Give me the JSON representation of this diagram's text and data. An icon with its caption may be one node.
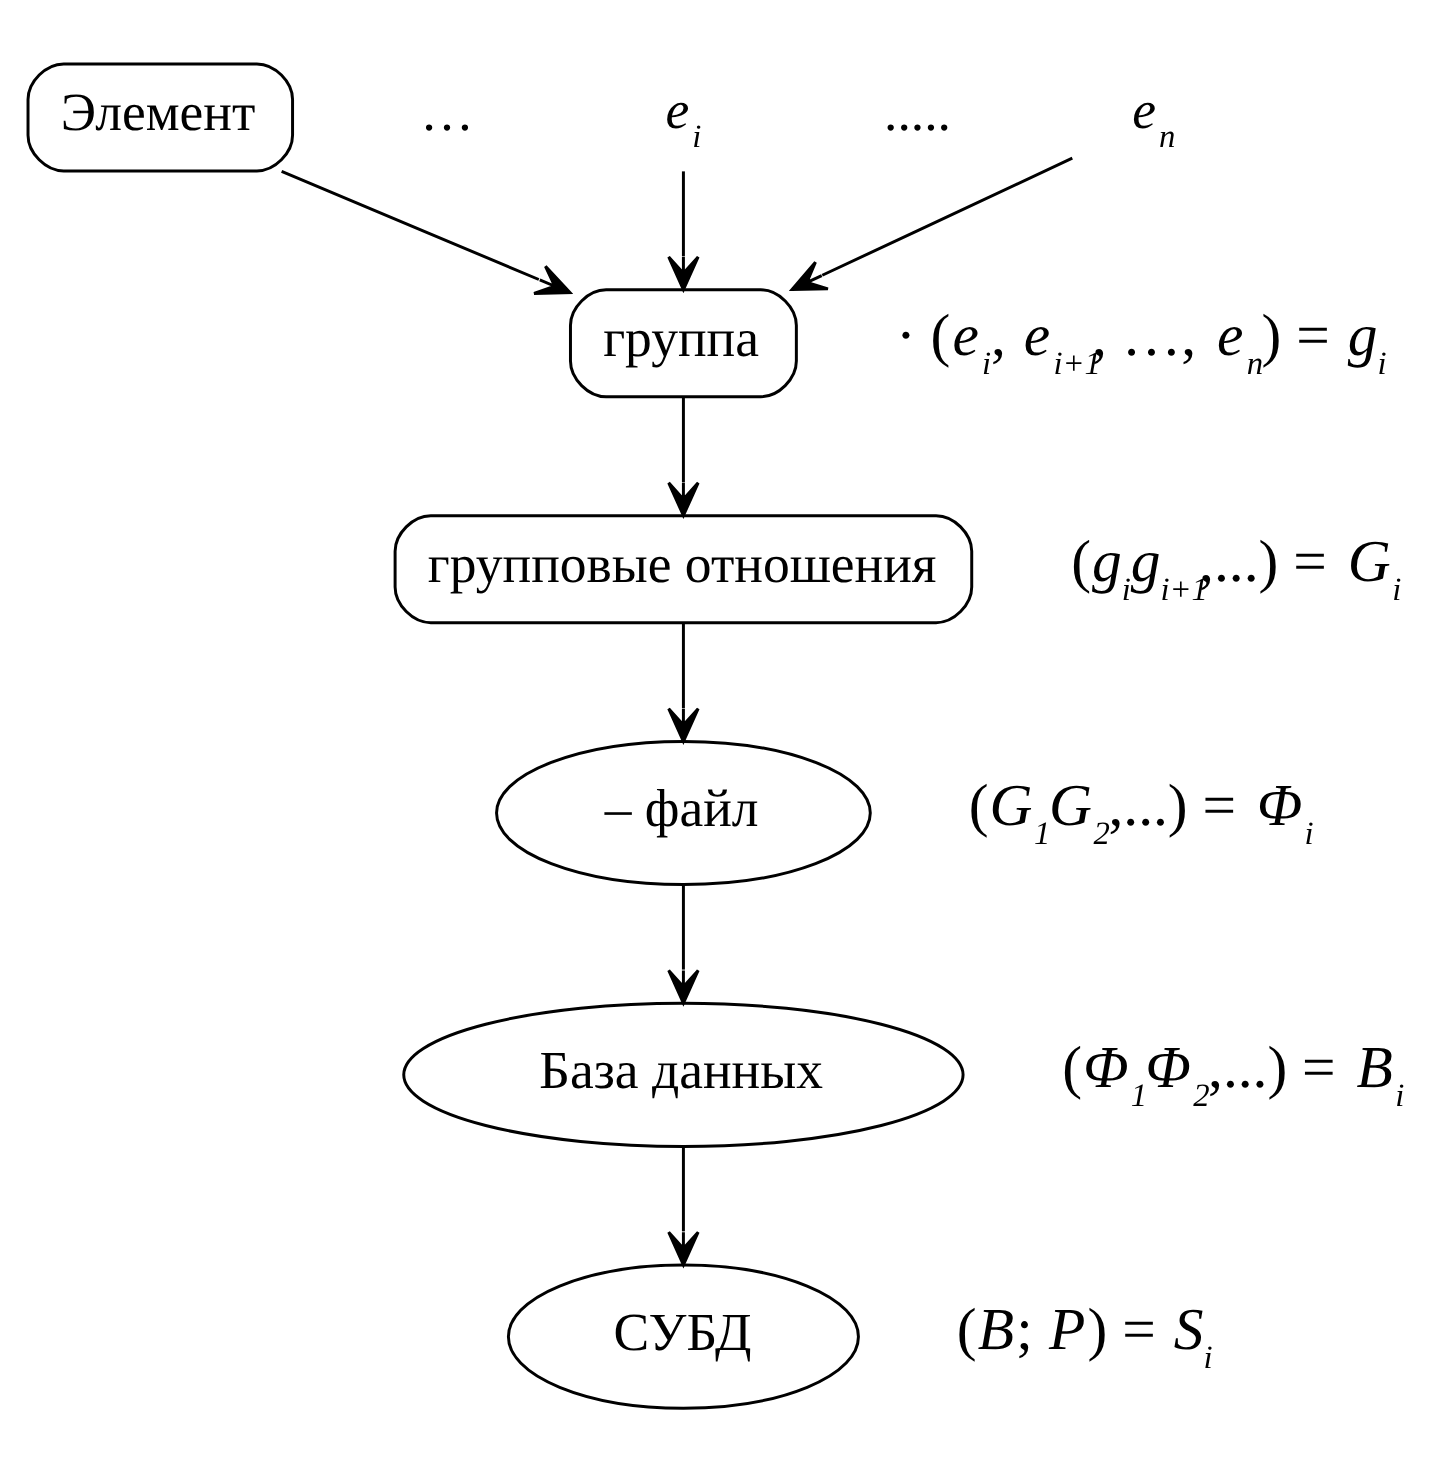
{
  "diagram": {
    "nodes": [
      {
        "text": [
          "Элемент"
        ]
      },
      {
        "text": [
          "*e*$_{i}$"
        ]
      },
      {
        "text": [
          "*e*$_{n}$"
        ]
      },
      {
        "text": [
          "группа"
        ],
        "beside": [
          "· (*e*$_{i}$, *e*$_{i+1}$, …, *e*$_{n}$) = *g*$_{i}$"
        ]
      },
      {
        "text": [
          "групповые отношения"
        ],
        "beside": [
          "(*g*$_{i}$*g*$_{i+1}$,...) = *G*$_{i}$"
        ]
      },
      {
        "text": [
          "– файл"
        ],
        "beside": [
          "(*G*$_{1}$*G*$_{2}$,...) = *Φ*$_{i}$"
        ]
      },
      {
        "text": [
          "База данных"
        ],
        "beside": [
          "(*Φ*$_{1}$*Φ*$_{2}$,...) = *B*$_{i}$"
        ]
      },
      {
        "text": [
          "СУБД"
        ],
        "beside": [
          "(*B*; *P*) = *S*$_{i}$"
        ]
      }
    ],
    "edges": [
      {
        "from": 0,
        "to": 3,
        "arrow": "to"
      },
      {
        "from": 1,
        "to": 3,
        "arrow": "to"
      },
      {
        "from": 2,
        "to": 3,
        "arrow": "to"
      },
      {
        "from": 3,
        "to": 4,
        "arrow": "to"
      },
      {
        "from": 4,
        "to": 5,
        "arrow": "to"
      },
      {
        "from": 5,
        "to": 6,
        "arrow": "to"
      },
      {
        "from": 6,
        "to": 7,
        "arrow": "to"
      }
    ],
    "labels": [
      "…",
      "....."
    ]
  }
}
